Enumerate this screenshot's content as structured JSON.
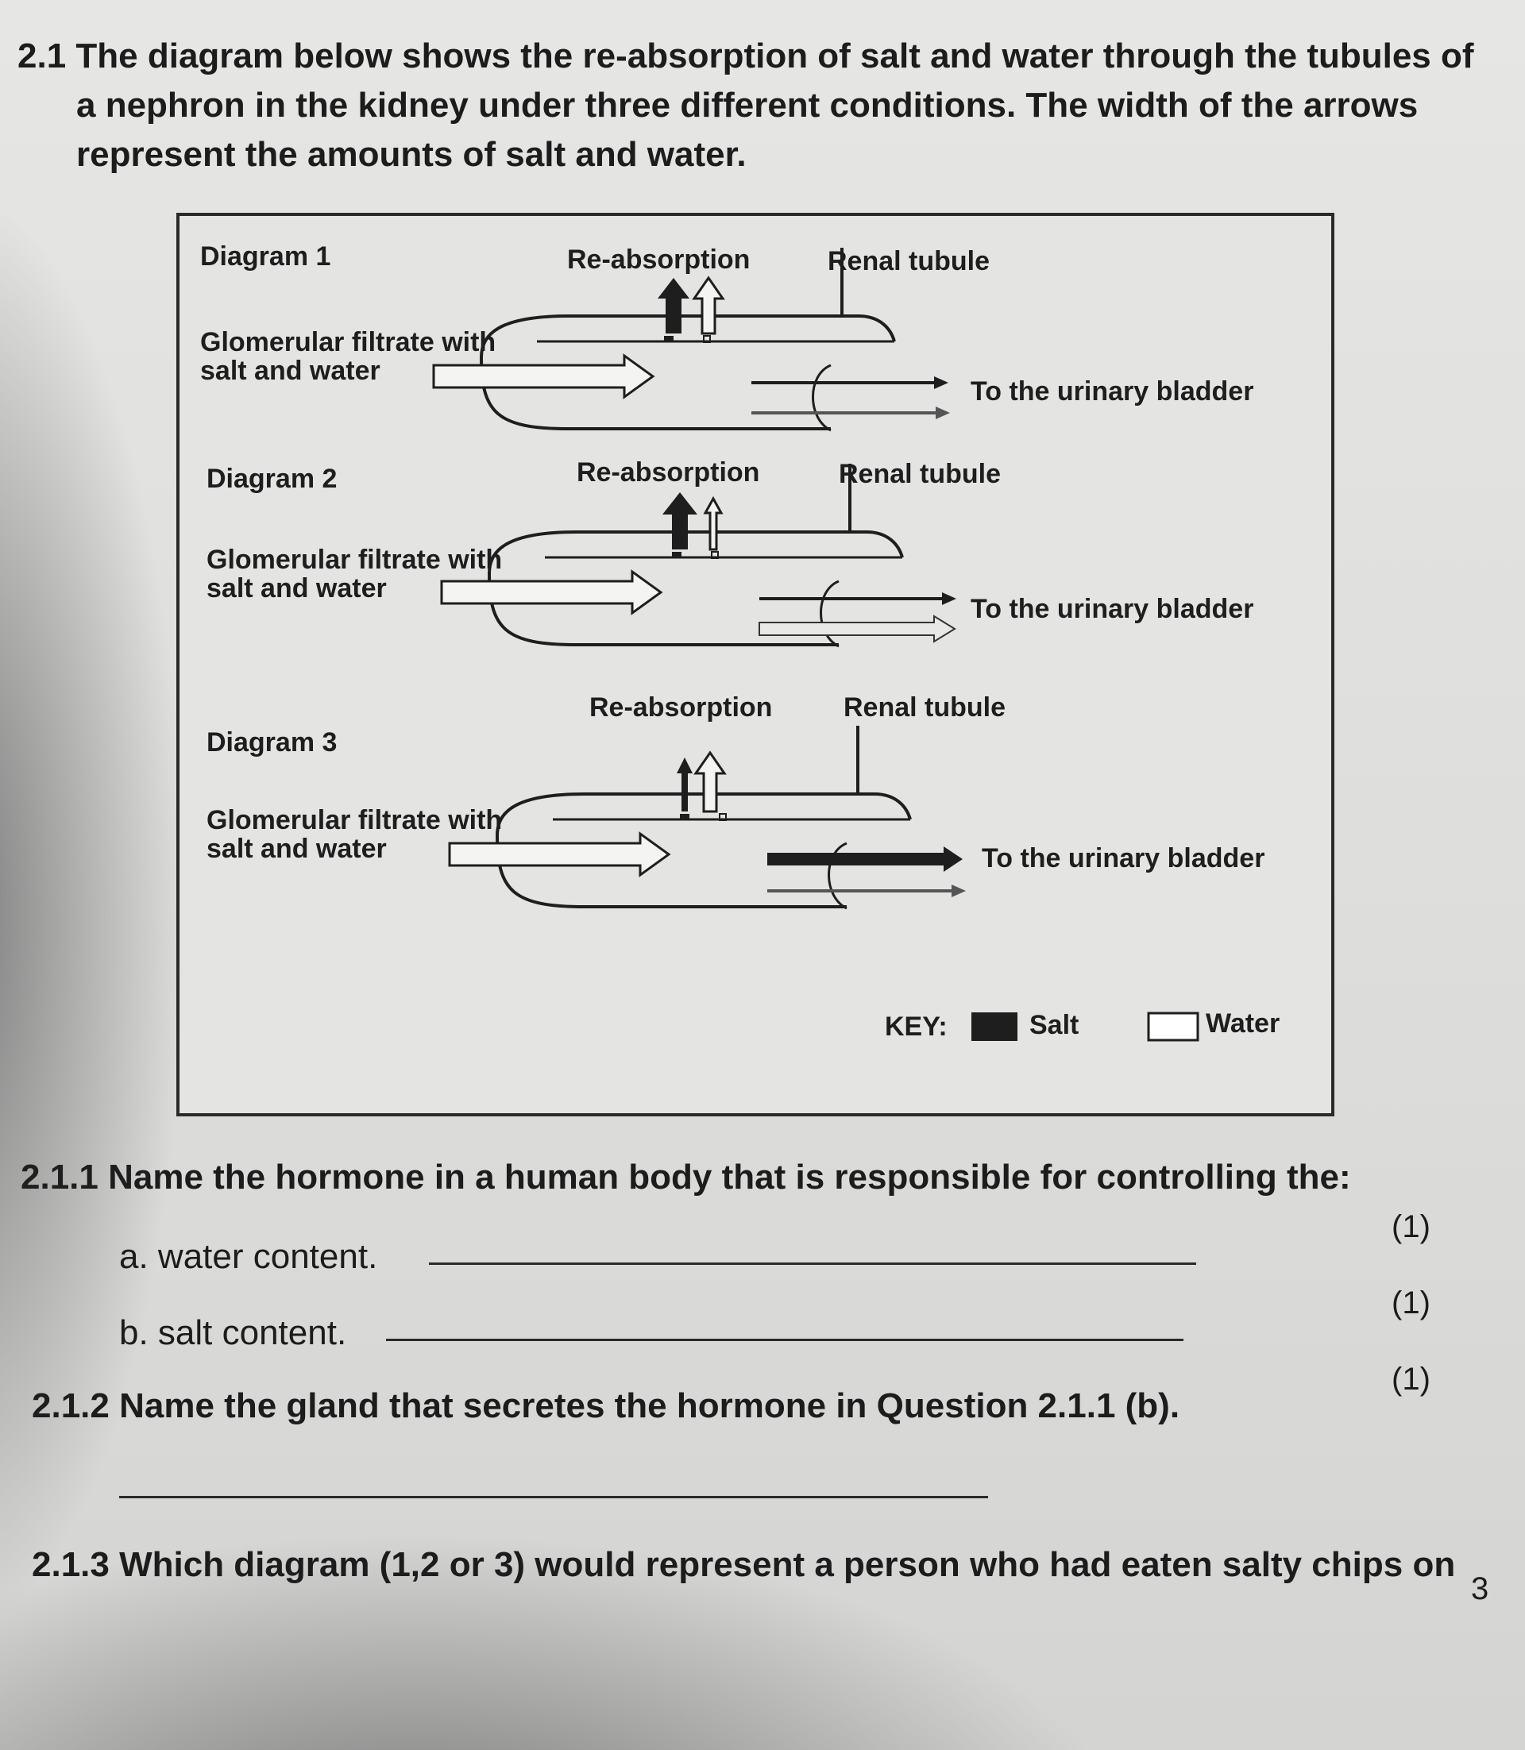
{
  "question_2_1": {
    "intro_lines": [
      "2.1 The diagram below shows the re-absorption of salt and water through the tubules of",
      "a nephron in the kidney under three different conditions. The width of the arrows",
      "represent the amounts of salt and water."
    ]
  },
  "diagrams": [
    {
      "title": "Diagram 1",
      "reabsorption_label": "Re-absorption",
      "tubule_label": "Renal tubule",
      "filtrate_line1": "Glomerular filtrate with",
      "filtrate_line2": "salt and water",
      "bladder_label": "To the urinary bladder"
    },
    {
      "title": "Diagram 2",
      "reabsorption_label": "Re-absorption",
      "tubule_label": "Renal tubule",
      "filtrate_line1": "Glomerular filtrate with",
      "filtrate_line2": "salt and water",
      "bladder_label": "To the urinary bladder"
    },
    {
      "title": "Diagram 3",
      "reabsorption_label": "Re-absorption",
      "tubule_label": "Renal tubule",
      "filtrate_line1": "Glomerular filtrate with",
      "filtrate_line2": "salt and water",
      "bladder_label": "To the urinary bladder"
    }
  ],
  "key": {
    "label": "KEY:",
    "salt": "Salt",
    "water": "Water",
    "salt_color": "#1e1e1e",
    "water_color": "#ffffff"
  },
  "question_2_1_1": {
    "stem": "2.1.1 Name the hormone in a human body that is responsible for controlling the:",
    "part_a": "a. water content.",
    "part_b": "b. salt content.",
    "mark_a": "(1)",
    "mark_b": "(1)"
  },
  "question_2_1_2": {
    "number": "2.1.2",
    "stem": "Name the gland that secretes the hormone in Question 2.1.1 (b).",
    "mark": "(1)"
  },
  "question_2_1_3": {
    "stem": "2.1.3 Which diagram (1,2 or 3) would represent a person who had eaten salty chips on"
  },
  "page_number": "3"
}
